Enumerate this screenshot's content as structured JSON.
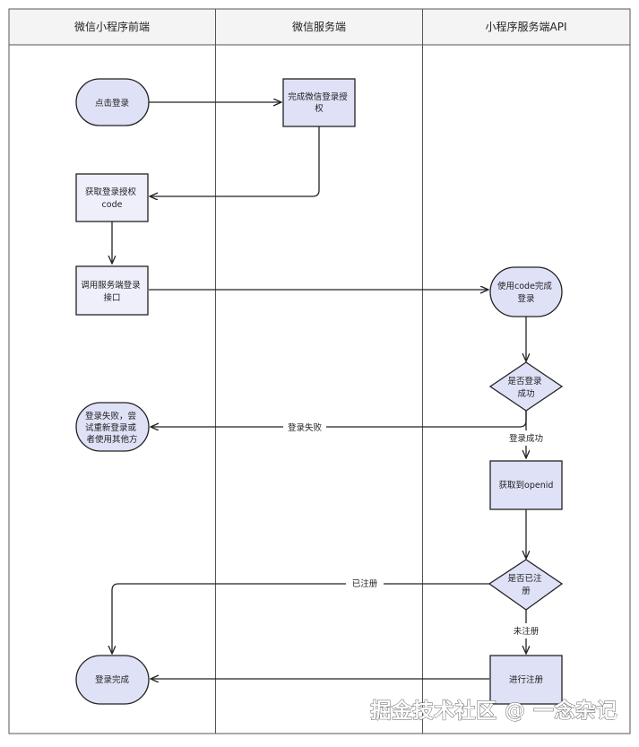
{
  "lanes": [
    {
      "title": "微信小程序前端"
    },
    {
      "title": "微信服务端"
    },
    {
      "title": "小程序服务端API"
    }
  ],
  "nodes": {
    "click_login": {
      "lines": [
        "点击登录"
      ]
    },
    "wechat_auth": {
      "lines": [
        "完成微信登录授",
        "权"
      ]
    },
    "get_code": {
      "lines": [
        "获取登录授权",
        "code"
      ]
    },
    "call_api": {
      "lines": [
        "调用服务端登录",
        "接口"
      ]
    },
    "code_login": {
      "lines": [
        "使用code完成",
        "登录"
      ]
    },
    "login_ok": {
      "lines": [
        "是否登录",
        "成功"
      ]
    },
    "login_fail": {
      "lines": [
        "登录失败，尝",
        "试重新登录或",
        "者使用其他方"
      ]
    },
    "get_openid": {
      "lines": [
        "获取到openid"
      ]
    },
    "is_registered": {
      "lines": [
        "是否已注",
        "册"
      ]
    },
    "login_done": {
      "lines": [
        "登录完成"
      ]
    },
    "do_register": {
      "lines": [
        "进行注册"
      ]
    }
  },
  "edge_labels": {
    "fail": "登录失败",
    "success": "登录成功",
    "registered": "已注册",
    "not_registered": "未注册"
  },
  "colors": {
    "fill": "#dfe1f7",
    "fill_light": "#eeeffb",
    "stroke": "#222222",
    "line": "#222222",
    "frame": "#555555"
  },
  "watermark": "掘金技术社区 @ 一念杂记"
}
